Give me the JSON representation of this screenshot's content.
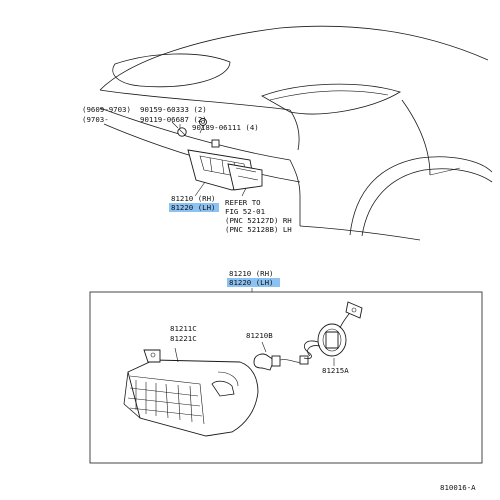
{
  "colors": {
    "highlight": "#8cc2f2",
    "line": "#1a1a1a",
    "background": "#ffffff"
  },
  "top_view": {
    "year_range_1": "(9609-9703)",
    "year_range_2": "(9703-",
    "part_90159": "90159-60333 (2)",
    "part_90119": "90119-06687 (2)",
    "part_90189": "90189-06111 (4)",
    "lamp_rh": "81210 (RH)",
    "lamp_lh": "81220 (LH)",
    "refer_to": "REFER TO",
    "fig_ref": "FIG 52-01",
    "pnc_rh": "(PNC 52127D) RH",
    "pnc_lh": "(PNC 52128B) LH"
  },
  "detail_view": {
    "assy_rh": "81210 (RH)",
    "assy_lh": "81220 (LH)",
    "lens_1": "81211C",
    "lens_2": "81221C",
    "bulb": "81210B",
    "socket": "81215A",
    "diagram_id": "810016-A"
  }
}
